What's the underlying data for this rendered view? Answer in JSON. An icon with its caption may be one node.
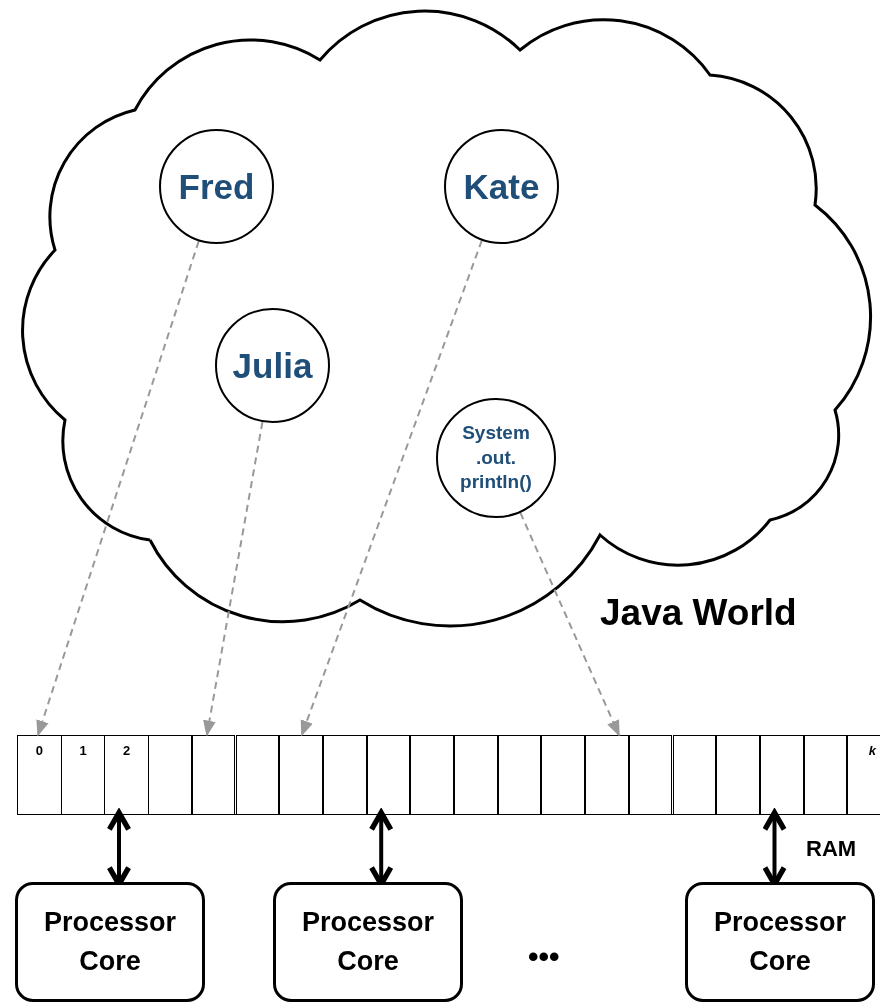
{
  "diagram": {
    "nodes": [
      {
        "text": [
          "Java World"
        ]
      },
      {
        "text": [
          "Fred"
        ],
        "in": 0
      },
      {
        "text": [
          "Kate"
        ],
        "in": 0
      },
      {
        "text": [
          "Julia"
        ],
        "in": 0
      },
      {
        "text": [
          "System .out. println()"
        ],
        "in": 0
      },
      {
        "text": [],
        "shape": "bar",
        "beside": [
          "RAM"
        ]
      },
      {
        "text": [
          "0"
        ],
        "in": 5
      },
      {
        "text": [
          "1"
        ],
        "in": 5
      },
      {
        "text": [
          "2"
        ],
        "in": 5
      },
      {
        "text": [],
        "shape": "box",
        "in": 5
      },
      {
        "text": [],
        "shape": "box",
        "in": 5
      },
      {
        "text": [],
        "shape": "box",
        "in": 5
      },
      {
        "text": [],
        "shape": "box",
        "in": 5
      },
      {
        "text": [],
        "shape": "box",
        "in": 5
      },
      {
        "text": [],
        "shape": "box",
        "in": 5
      },
      {
        "text": [],
        "shape": "box",
        "in": 5
      },
      {
        "text": [],
        "shape": "box",
        "in": 5
      },
      {
        "text": [],
        "shape": "box",
        "in": 5
      },
      {
        "text": [],
        "shape": "box",
        "in": 5
      },
      {
        "text": [],
        "shape": "box",
        "in": 5
      },
      {
        "text": [],
        "shape": "box",
        "in": 5
      },
      {
        "text": [],
        "shape": "box",
        "in": 5
      },
      {
        "text": [],
        "shape": "box",
        "in": 5
      },
      {
        "text": [],
        "shape": "box",
        "in": 5
      },
      {
        "text": [],
        "shape": "box",
        "in": 5
      },
      {
        "text": [
          "k"
        ],
        "in": 5
      },
      {
        "text": [
          "Processor Core"
        ]
      },
      {
        "text": [
          "Processor Core"
        ]
      },
      {
        "text": [
          "Processor Core"
        ]
      }
    ],
    "edges": [
      {
        "from": 1,
        "to": 6,
        "arrow": "to",
        "style": "dashed",
        "color": "#999999"
      },
      {
        "from": 3,
        "to": 10,
        "arrow": "to",
        "style": "dashed",
        "color": "#999999"
      },
      {
        "from": 2,
        "to": 12,
        "arrow": "to",
        "style": "dashed",
        "color": "#999999"
      },
      {
        "from": 4,
        "to": 20,
        "arrow": "to",
        "style": "dashed",
        "color": "#999999"
      },
      {
        "from": 8,
        "to": 26,
        "arrow": "both",
        "style": "thick",
        "color": "#000000"
      },
      {
        "from": 14,
        "to": 27,
        "arrow": "both",
        "style": "thick",
        "color": "#000000"
      },
      {
        "from": 23,
        "to": 28,
        "arrow": "both",
        "style": "thick",
        "color": "#000000"
      }
    ],
    "labels": [
      "•••"
    ]
  }
}
